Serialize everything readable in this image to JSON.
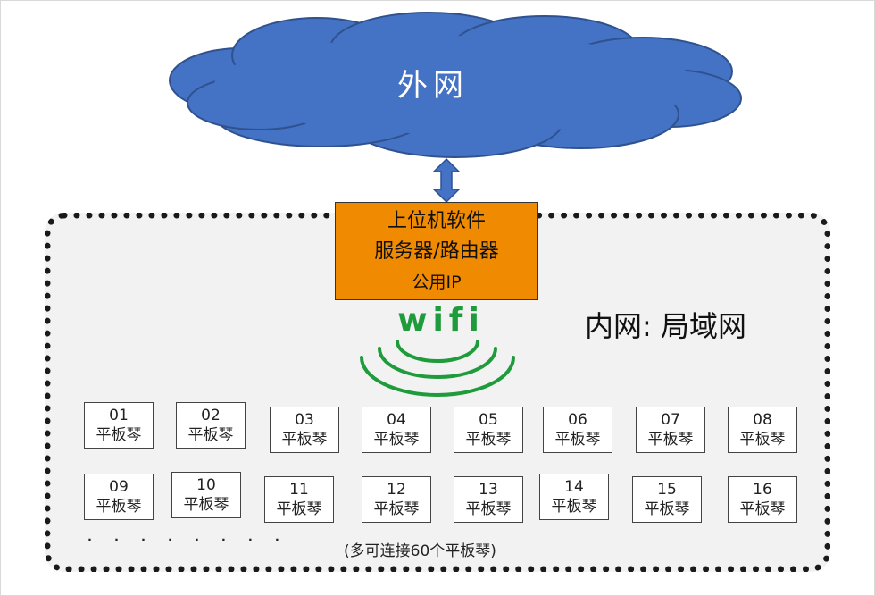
{
  "internet": {
    "label": "外网"
  },
  "server": {
    "line1": "上位机软件",
    "line2": "服务器/路由器",
    "line3": "公用IP"
  },
  "wifi": {
    "label": "wifi"
  },
  "lan": {
    "label": "内网: 局域网"
  },
  "tablets": [
    {
      "num": "01",
      "name": "平板琴"
    },
    {
      "num": "02",
      "name": "平板琴"
    },
    {
      "num": "03",
      "name": "平板琴"
    },
    {
      "num": "04",
      "name": "平板琴"
    },
    {
      "num": "05",
      "name": "平板琴"
    },
    {
      "num": "06",
      "name": "平板琴"
    },
    {
      "num": "07",
      "name": "平板琴"
    },
    {
      "num": "08",
      "name": "平板琴"
    },
    {
      "num": "09",
      "name": "平板琴"
    },
    {
      "num": "10",
      "name": "平板琴"
    },
    {
      "num": "11",
      "name": "平板琴"
    },
    {
      "num": "12",
      "name": "平板琴"
    },
    {
      "num": "13",
      "name": "平板琴"
    },
    {
      "num": "14",
      "name": "平板琴"
    },
    {
      "num": "15",
      "name": "平板琴"
    },
    {
      "num": "16",
      "name": "平板琴"
    }
  ],
  "ellipsis": "· · · · · · · ·",
  "note": "(多可连接60个平板琴)",
  "colors": {
    "cloud": "#4472c4",
    "server": "#f08a00",
    "wifi": "#1e9b3a",
    "lan_bg": "#f2f2f2"
  }
}
